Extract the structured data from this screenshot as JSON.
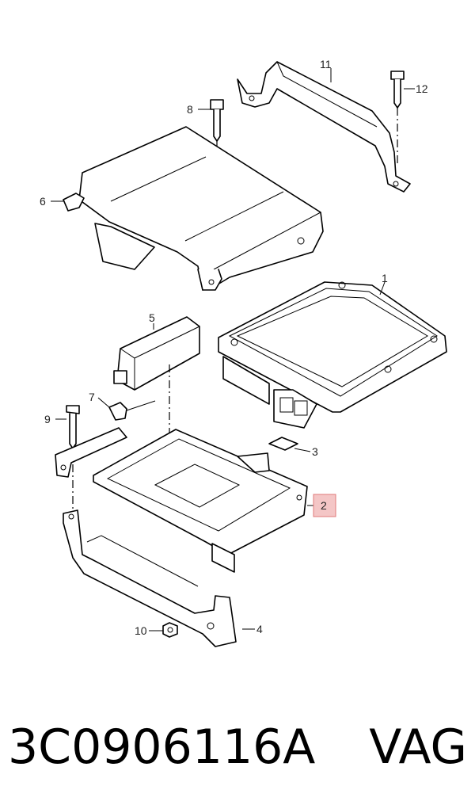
{
  "diagram": {
    "callouts": {
      "p1": "1",
      "p2": "2",
      "p3": "3",
      "p4": "4",
      "p5": "5",
      "p6": "6",
      "p7": "7",
      "p8": "8",
      "p9": "9",
      "p10": "10",
      "p11": "11",
      "p12": "12"
    },
    "highlight_color": "#f4c6c6",
    "highlight_border": "#e07a7a"
  },
  "footer": {
    "part_number": "3C0906116A",
    "brand": "VAG"
  }
}
